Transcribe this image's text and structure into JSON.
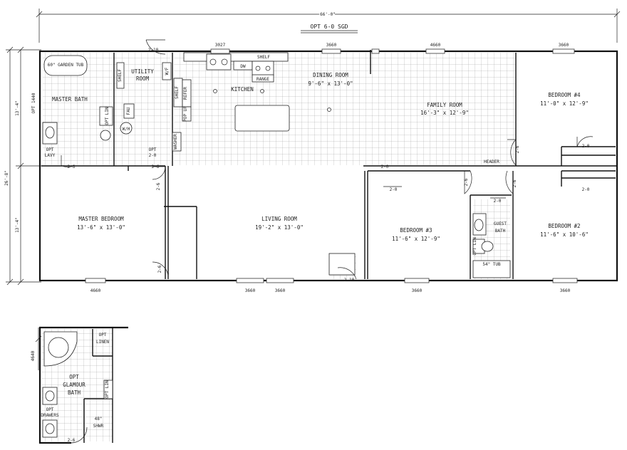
{
  "overall_width": "66'-0\"",
  "sgd": "OPT 6-0 SGD",
  "left_dims": {
    "total": "26'-8\"",
    "upper": "13'-4\"",
    "lower": "13'-4\"",
    "opt": "OPT 1440"
  },
  "rooms": {
    "garden_tub": "60\" GARDEN TUB",
    "master_bath": "MASTER BATH",
    "utility": "UTILITY",
    "utility_room": "ROOM",
    "shelf_v": "SHELF",
    "wf": "W/F",
    "kitchen": "KITCHEN",
    "shelf": "SHELF",
    "dw": "DW",
    "range": "RANGE",
    "dining": "DINING ROOM",
    "dining_size": "9'-6\" x 13'-0\"",
    "family": "FAMILY ROOM",
    "family_size": "16'-3\" x 12'-9\"",
    "bed4": "BEDROOM #4",
    "bed4_size": "11'-0\" x 12'-9\"",
    "master_bed": "MASTER BEDROOM",
    "master_bed_size": "13'-6\" x 13'-0\"",
    "living": "LIVING ROOM",
    "living_size": "19'-2\" x 13'-0\"",
    "bed3": "BEDROOM #3",
    "bed3_size": "11'-6\" x 12'-9\"",
    "guest": "GUEST",
    "guest_bath": "BATH",
    "tub54": "54\" TUB",
    "bed2": "BEDROOM #2",
    "bed2_size": "11'-6\" x 10'-6\"",
    "header": "HEADER",
    "shelf2": "SHELF",
    "refer": "REFER",
    "popup": "POP UP",
    "washer": "WASHER",
    "fau": "FAU",
    "wh": "W/H",
    "opt_lav": "OPT",
    "opt_lav2": "LAVY",
    "opt_door": "OPT",
    "opt_door2": "2-0",
    "opt_lin": "OPT LIN"
  },
  "windows": {
    "w3027": "3027",
    "w3660a": "3660",
    "w4660a": "4660",
    "w3660b": "3660",
    "w4660b": "4660",
    "w3660c": "3660",
    "w3660d": "3660",
    "w3660e": "3660",
    "w3660f": "3660"
  },
  "doors": {
    "d1": "2-10",
    "d2": "2-6",
    "d3": "2-6",
    "d4": "2-6",
    "d5": "2-0",
    "d6": "2-0",
    "d7": "2-0",
    "d8": "2-6",
    "d9": "2-6",
    "d10": "2-0",
    "d11": "2-0",
    "d12": "2-10",
    "d13": "2-6",
    "d14": "2-6"
  },
  "inset": {
    "dim": "4640",
    "opt_linen1": "OPT",
    "opt_linen2": "LINEN",
    "glamour1": "OPT",
    "glamour2": "GLAMOUR",
    "glamour3": "BATH",
    "drawers1": "OPT",
    "drawers2": "DRAWERS",
    "shower1": "48\"",
    "shower2": "SHWR",
    "door": "2-6",
    "opt_lin": "OPT LIN"
  }
}
